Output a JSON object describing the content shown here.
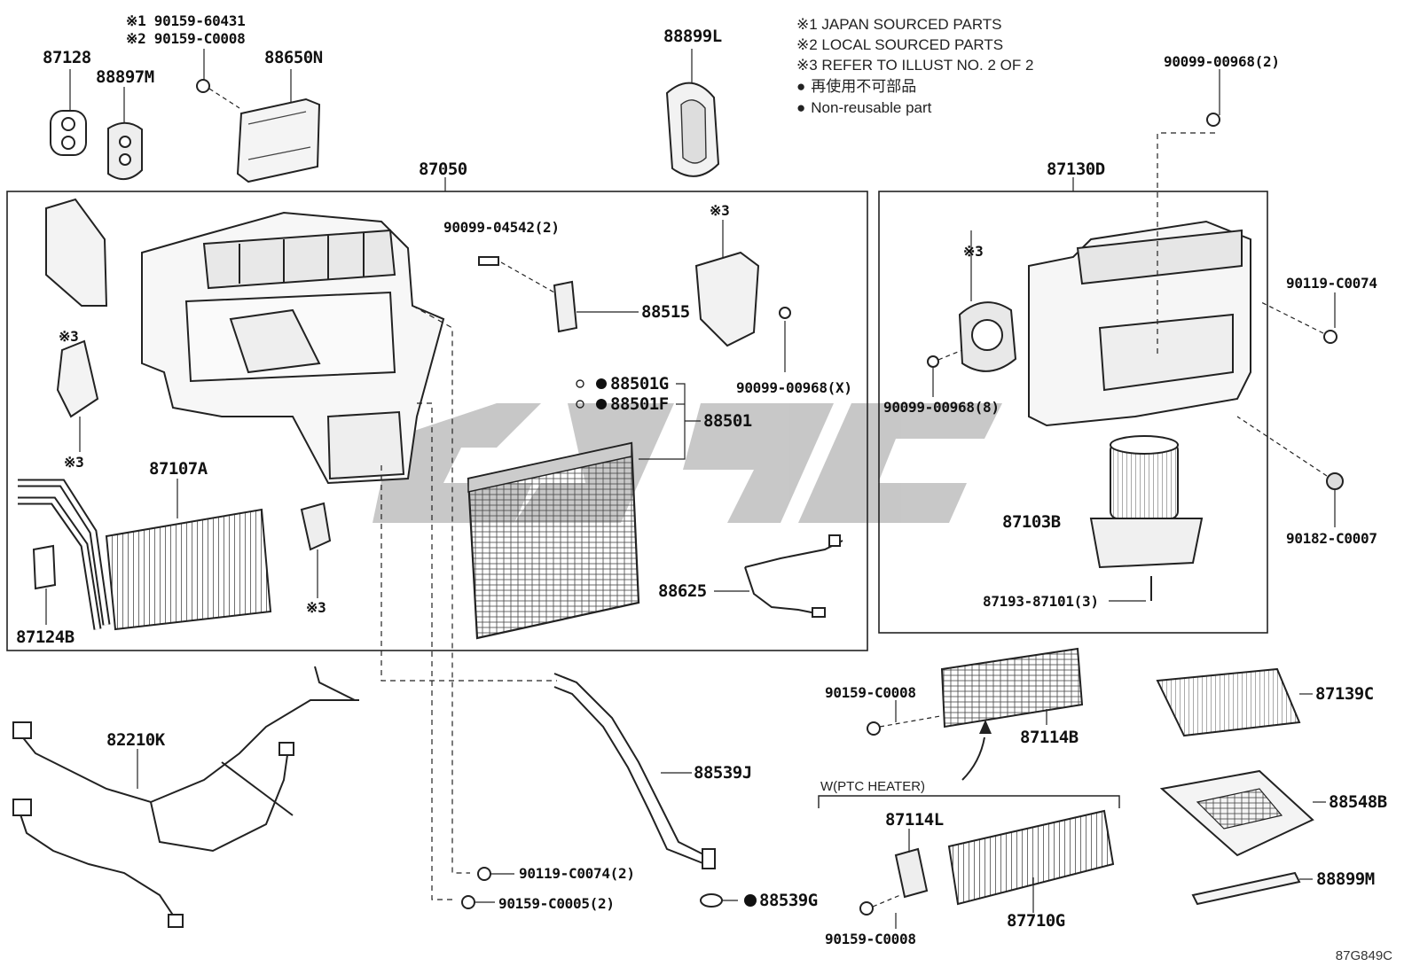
{
  "legend": {
    "note1": "※1 JAPAN SOURCED PARTS",
    "note2": "※2 LOCAL SOURCED PARTS",
    "note3": "※3 REFER TO ILLUST NO. 2 OF 2",
    "nonreusable_jp": "再使用不可部品",
    "nonreusable_en": "Non-reusable part"
  },
  "group_labels": {
    "unit": "87050",
    "blower": "87130D",
    "ptc_heater": "W(PTC HEATER)"
  },
  "parts": {
    "p87128": "87128",
    "p88897m": "88897M",
    "p88650n": "88650N",
    "p90159_60431": "※1 90159-60431",
    "p90159_c0008_top": "※2 90159-C0008",
    "p88899l": "88899L",
    "p90099_04542": "90099-04542(2)",
    "p88515": "88515",
    "p90099_00968x": "90099-00968(X)",
    "p88501g": "88501G",
    "p88501f": "88501F",
    "p88501": "88501",
    "p87107a": "87107A",
    "p87124b": "87124B",
    "p88625": "88625",
    "p90099_00968_2": "90099-00968(2)",
    "p90119_c0074": "90119-C0074",
    "p90099_00968_8": "90099-00968(8)",
    "p87103b": "87103B",
    "p90182_c0007": "90182-C0007",
    "p87193": "87193-87101(3)",
    "p82210k": "82210K",
    "p88539j": "88539J",
    "p90119_c0074_2": "90119-C0074(2)",
    "p90159_c0005": "90159-C0005(2)",
    "p88539g": "88539G",
    "p90159_c0008_a": "90159-C0008",
    "p87114b": "87114B",
    "p87139c": "87139C",
    "p88548b": "88548B",
    "p87114l": "87114L",
    "p87710g": "87710G",
    "p90159_c0008_b": "90159-C0008",
    "p88899m": "88899M"
  },
  "ref3": "※3",
  "illustration_code": "87G849C"
}
